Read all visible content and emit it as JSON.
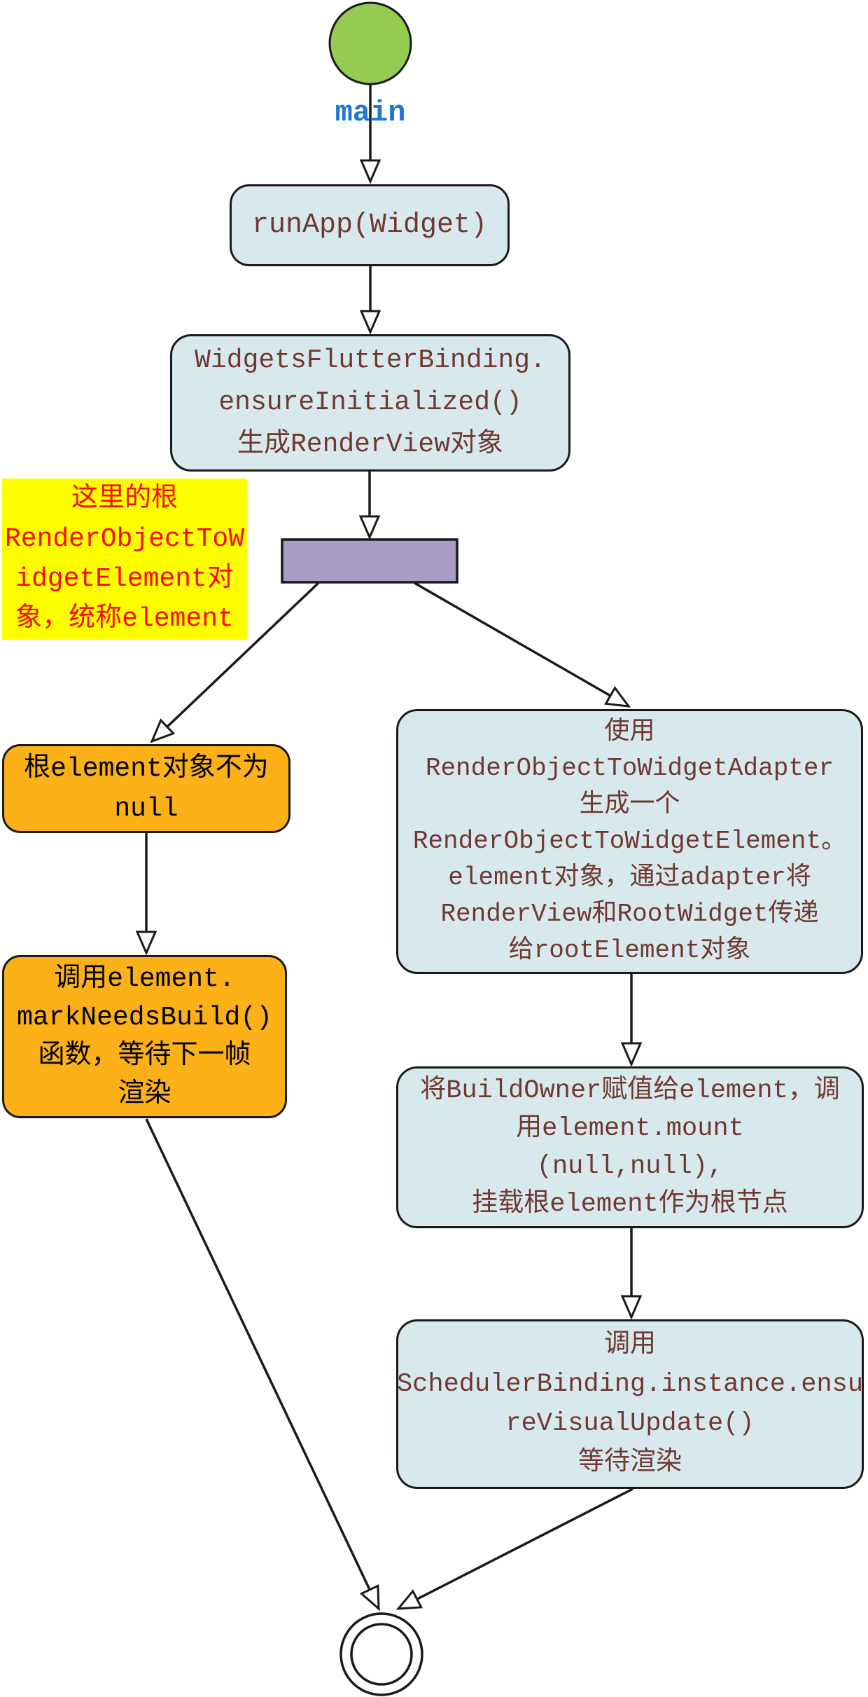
{
  "diagram": {
    "type": "activity-flowchart",
    "subject": "Flutter runApp 启动流程",
    "edge_label": "main",
    "nodes": {
      "start": {
        "shape": "filled-circle",
        "role": "initial-state"
      },
      "run_app": {
        "text": "runApp(Widget)"
      },
      "ensure_initialized": {
        "text": "WidgetsFlutterBinding.\nensureInitialized()\n生成RenderView对象"
      },
      "note": {
        "text": "这里的根\nRenderObjectToW\nidgetElement对\n象，统称element"
      },
      "fork_bar": {
        "shape": "fork-bar",
        "role": "branch"
      },
      "element_not_null": {
        "text": "根element对象不为\nnull"
      },
      "mark_needs_build": {
        "text": "调用element.\nmarkNeedsBuild()\n函数，等待下一帧\n渲染"
      },
      "create_root_element": {
        "text": "使用\nRenderObjectToWidgetAdapter\n生成一个\nRenderObjectToWidgetElement。\nelement对象，通过adapter将\nRenderView和RootWidget传递\n给rootElement对象"
      },
      "mount_element": {
        "text": "将BuildOwner赋值给element，调\n用element.mount\n(null,null),\n挂载根element作为根节点"
      },
      "ensure_visual_update": {
        "text": "调用\nSchedulerBinding.instance.ensu\nreVisualUpdate()\n等待渲染"
      },
      "end": {
        "shape": "double-circle",
        "role": "final-state"
      }
    },
    "colors": {
      "start_fill": "#96cb53",
      "activity_fill": "#d8e9ed",
      "activity_text": "#703832",
      "condition_fill": "#fbb117",
      "condition_text": "#000000",
      "note_fill": "#ffff00",
      "note_text": "#fa0a05",
      "fork_fill": "#a99dc7",
      "edge_label_color": "#1c77ce",
      "line_color": "#1a1a1a",
      "end_fill": "#ffffff"
    }
  }
}
